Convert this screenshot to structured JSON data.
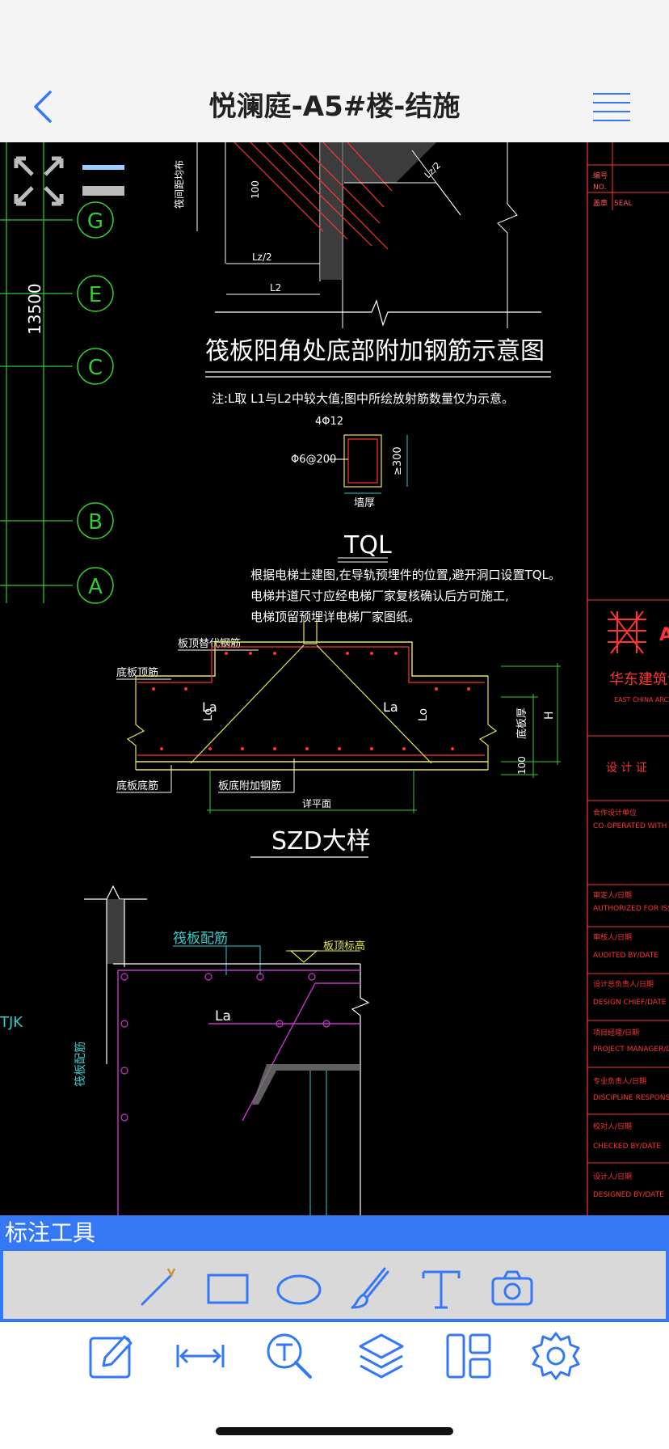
{
  "app": {
    "title": "悦澜庭-A5#楼-结施"
  },
  "drawing": {
    "grid_labels": [
      "G",
      "E",
      "C",
      "B",
      "A"
    ],
    "dim_13500": "13500",
    "title_corner": "筏板阳角处底部附加钢筋示意图",
    "note_corner": "注:L取 L1与L2中较大值;图中所绘放射筋数量仅为示意。",
    "lbl_lz2": "Lz/2",
    "lbl_l2": "L2",
    "lbl_100": "100",
    "lbl_side": "筏间距均布",
    "tql_top": "4Φ12",
    "tql_stirrup": "Φ6@200",
    "tql_dim": "≥300",
    "tql_wall": "墙厚",
    "tql_title": "TQL",
    "tql_note1": "根据电梯土建图,在导轨预埋件的位置,避开洞口设置TQL。",
    "tql_note2": "电梯井道尺寸应经电梯厂家复核确认后方可施工,",
    "tql_note3": "电梯顶留预埋详电梯厂家图纸。",
    "szd_top_rebar": "板顶替代钢筋",
    "szd_bot_top": "底板顶筋",
    "szd_bot_bot": "底板底筋",
    "szd_add": "板底附加钢筋",
    "szd_la": "La",
    "szd_lo": "Lo",
    "szd_h": "H",
    "szd_thick": "底板厚",
    "szd_100": "100",
    "szd_pit": "详平面",
    "szd_title": "SZD大样",
    "raft_rebar": "筏板配筋",
    "raft_top": "板顶标高",
    "raft_la": "La",
    "raft_side": "筏板配筋",
    "tjk": "TJK",
    "tb_no_cn": "编号",
    "tb_no": "NO.",
    "tb_seal_cn": "盖章",
    "tb_seal": "SEAL",
    "tb_company": "华东建筑设",
    "tb_company_en": "EAST CHINA ARC",
    "tb_cert": "设 计 证",
    "tb_coop_cn": "合作设计单位",
    "tb_coop": "CO-OPERATED WITH",
    "tb_auth_cn": "审定人/日期",
    "tb_auth": "AUTHORIZED FOR ISSUE B",
    "tb_audit_cn": "审核人/日期",
    "tb_audit": "AUDITED BY/DATE",
    "tb_chief_cn": "设计总负责人/日期",
    "tb_chief": "DESIGN CHIEF/DATE",
    "tb_pm_cn": "项目经理/日期",
    "tb_pm": "PROJECT MANAGER/DATE",
    "tb_disc_cn": "专业负责人/日期",
    "tb_disc": "DISCIPLINE RESPONSIBLE",
    "tb_check_cn": "校对人/日期",
    "tb_check": "CHECKED BY/DATE",
    "tb_design_cn": "设计人/日期",
    "tb_design": "DESIGNED BY/DATE"
  },
  "annotation_tools": {
    "header": "标注工具",
    "tools": [
      "line-tool",
      "rectangle-tool",
      "ellipse-tool",
      "brush-tool",
      "text-tool",
      "camera-tool"
    ]
  },
  "bottom_tabs": [
    "edit",
    "measure",
    "text-search",
    "layers",
    "layout",
    "settings"
  ],
  "colors": {
    "accent": "#3478f6",
    "cad_green": "#33cc33",
    "cad_red": "#ff3333",
    "cad_yellow": "#e8e84a",
    "cad_magenta": "#cc33cc",
    "cad_cyan": "#33cccc"
  }
}
